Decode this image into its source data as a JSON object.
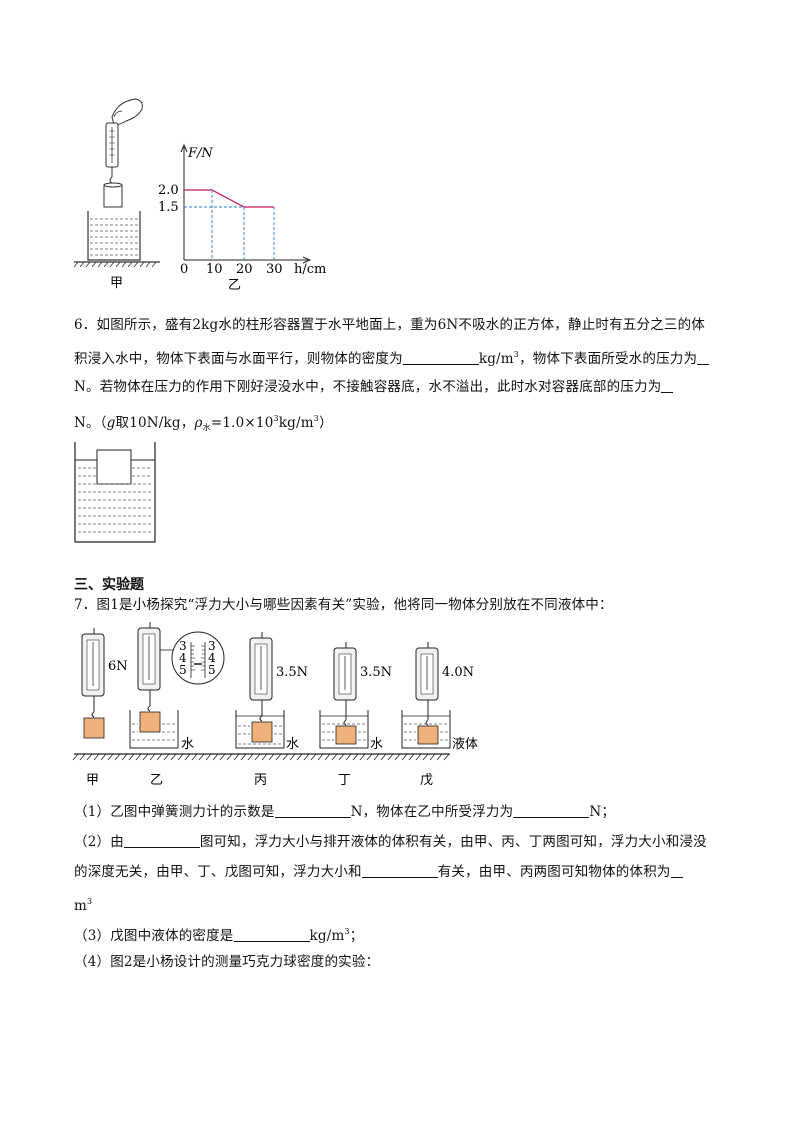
{
  "fig_q5": {
    "label_jia": "甲",
    "label_yi": "乙",
    "graph": {
      "y_axis_label": "F/N",
      "x_axis_label": "h/cm",
      "y_ticks": [
        "2.0",
        "1.5"
      ],
      "x_ticks": [
        "0",
        "10",
        "20",
        "30"
      ]
    }
  },
  "q6": {
    "line1": "6．如图所示，盛有2kg水的柱形容器置于水平地面上，重为6N不吸水的正方体，静止时有五分之三的体",
    "line2_a": "积浸入水中，物体下表面与水面平行，则物体的密度为",
    "line2_unit": "kg/m",
    "line2_b": "，物体下表面所受水的压力为",
    "line3_a": "N。若物体在压力的作用下刚好浸没水中，不接触容器底，水不溢出，此时水对容器底部的压力为",
    "line4_a": "N。（",
    "line4_g": "g",
    "line4_b": "取10N/kg，",
    "line4_rho": "ρ",
    "line4_sub": "水",
    "line4_c": "=1.0×10",
    "line4_exp": "3",
    "line4_d": "kg/m",
    "line4_e": "）",
    "sup3": "3"
  },
  "section3": {
    "title": "三、实验题"
  },
  "q7": {
    "intro": "7．图1是小杨探究“浮力大小与哪些因素有关”实验，他将同一物体分别放在不同液体中：",
    "fig": {
      "readings": [
        "6N",
        "3.5N",
        "3.5N",
        "4.0N"
      ],
      "zoom_left": [
        "3",
        "4",
        "5"
      ],
      "zoom_right": [
        "3",
        "4",
        "5"
      ],
      "liquids": [
        "水",
        "水",
        "水",
        "液体"
      ],
      "labels": [
        "甲",
        "乙",
        "丙",
        "丁",
        "戊"
      ]
    },
    "p1_a": "（1）乙图中弹簧测力计的示数是",
    "p1_b": "N，物体在乙中所受浮力为",
    "p1_c": "N；",
    "p2_a": "（2）由",
    "p2_b": "图可知，浮力大小与排开液体的体积有关，由甲、丙、丁两图可知，浮力大小和浸没",
    "p2_c": "的深度无关，由甲、丁、戊图可知，浮力大小和",
    "p2_d": "有关，由甲、丙两图可知物体的体积为",
    "p2_e": "m",
    "p3_a": "（3）戊图中液体的密度是",
    "p3_b": "kg/m",
    "p3_c": "；",
    "p4": "（4）图2是小杨设计的测量巧克力球密度的实验："
  }
}
